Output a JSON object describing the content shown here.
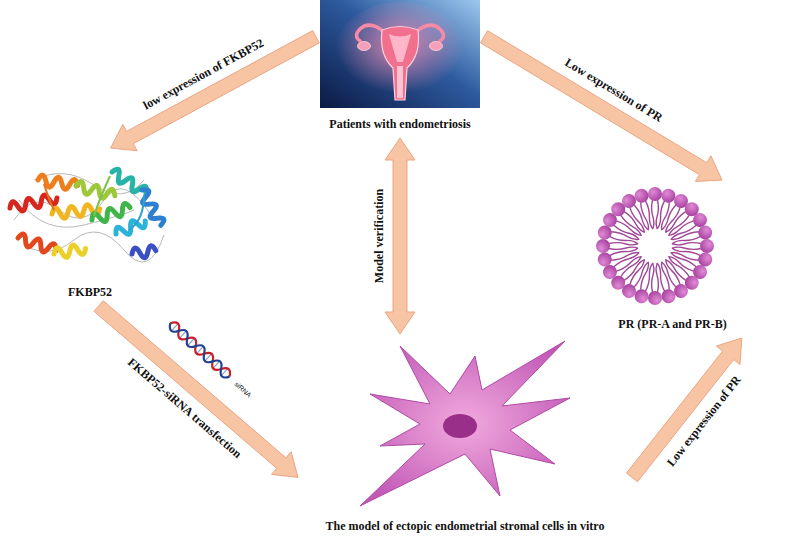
{
  "diagram": {
    "nodes": [
      {
        "text": [
          "Patients with endometriosis"
        ]
      },
      {
        "text": [
          "FKBP52"
        ]
      },
      {
        "text": [
          "PR (PR-A and PR-B)"
        ]
      },
      {
        "text": [
          "The model of ectopic endometrial stromal cells in vitro"
        ]
      }
    ],
    "edges": [
      {
        "from": 0,
        "to": 1,
        "label": "low expression of FKBP52",
        "arrow": "to"
      },
      {
        "from": 0,
        "to": 2,
        "label": "Low expression of PR",
        "arrow": "to"
      },
      {
        "from": 1,
        "to": 3,
        "label": "FKBP52-siRNA transfection",
        "arrow": "to"
      },
      {
        "from": 3,
        "to": 2,
        "label": "Low expression of PR",
        "arrow": "to"
      },
      {
        "from": 0,
        "to": 3,
        "label": "Model verification",
        "arrow": "both"
      }
    ],
    "labels": [
      "siRNA"
    ]
  }
}
